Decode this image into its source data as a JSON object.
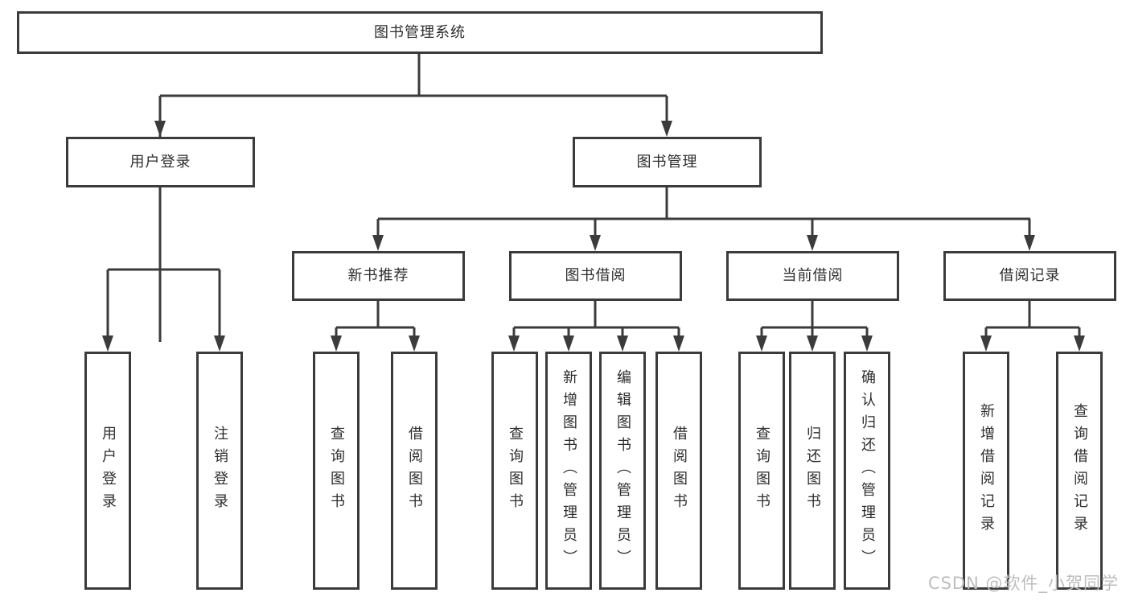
{
  "diagram": {
    "type": "hierarchy-tree",
    "line_color": "#3b3b3b",
    "box_background": "#ffffff",
    "text_color": "#2d2d2d"
  },
  "nodes": {
    "root": {
      "label": "图书管理系统"
    },
    "user_login": {
      "label": "用户登录"
    },
    "book_management": {
      "label": "图书管理"
    },
    "new_book_recommend": {
      "label": "新书推荐"
    },
    "book_borrowing": {
      "label": "图书借阅"
    },
    "current_borrowing": {
      "label": "当前借阅"
    },
    "borrowing_records": {
      "label": "借阅记录"
    },
    "leaf_user_login": {
      "label": "用户登录"
    },
    "leaf_logout": {
      "label": "注销登录"
    },
    "leaf_nbr_query_books": {
      "label": "查询图书"
    },
    "leaf_nbr_borrow_books": {
      "label": "借阅图书"
    },
    "leaf_bb_query_books": {
      "label": "查询图书"
    },
    "leaf_bb_add_books": {
      "label": "新增图书（管理员）"
    },
    "leaf_bb_edit_books": {
      "label": "编辑图书（管理员）"
    },
    "leaf_bb_borrow_books": {
      "label": "借阅图书"
    },
    "leaf_cb_query_books": {
      "label": "查询图书"
    },
    "leaf_cb_return_books": {
      "label": "归还图书"
    },
    "leaf_cb_confirm_return": {
      "label": "确认归还（管理员）"
    },
    "leaf_br_add_record": {
      "label": "新增借阅记录"
    },
    "leaf_br_query_record": {
      "label": "查询借阅记录"
    }
  },
  "watermark": {
    "text": "CSDN @软件_小贺同学",
    "color": "#bdbdbd"
  }
}
